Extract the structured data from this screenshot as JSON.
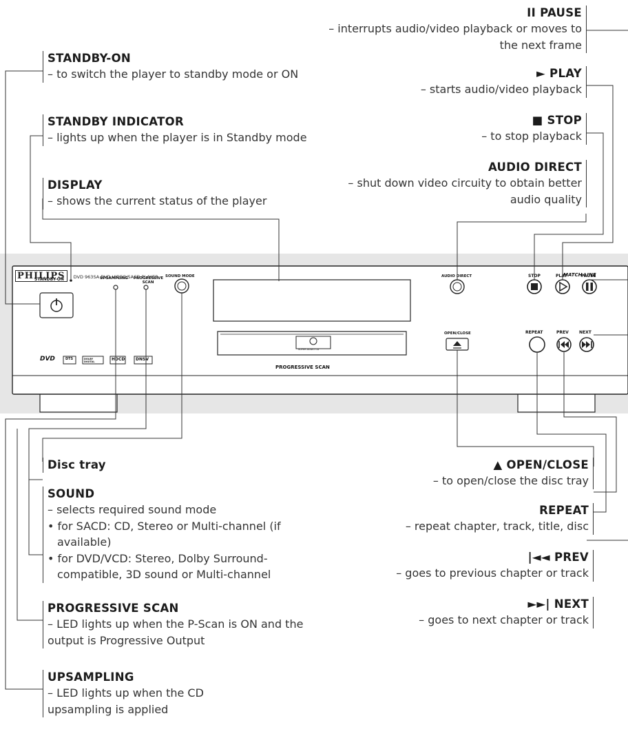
{
  "device": {
    "brand": "PHILIPS",
    "model": "DVD 963SA DVD VIDEO/SACD PLAYER",
    "logo_right": "MATCH LINE",
    "tray_label": "PROGRESSIVE SCAN",
    "tray_badge": "SUPER AUDIO CD",
    "buttons": {
      "standby": "STANDBY-ON",
      "upsampling": "UPSAMPLING",
      "progressive": "PROGRESSIVE SCAN",
      "sound_mode": "SOUND MODE",
      "audio_direct": "AUDIO DIRECT",
      "open_close": "OPEN/CLOSE",
      "stop": "STOP",
      "play": "PLAY",
      "pause": "PAUSE",
      "repeat": "REPEAT",
      "prev": "PREV",
      "next": "NEXT"
    },
    "logos": [
      "DVD",
      "DTS",
      "DOLBY DIGITAL",
      "HDCD",
      "DNSV"
    ]
  },
  "labels": {
    "standby_on": {
      "title": "STANDBY-ON",
      "desc": "– to switch the player to standby mode or ON"
    },
    "standby_indicator": {
      "title": "STANDBY INDICATOR",
      "desc": "– lights up when the player is in Standby mode"
    },
    "display": {
      "title": "DISPLAY",
      "desc": "– shows the current status of the player"
    },
    "pause": {
      "title": "II PAUSE",
      "desc": "– interrupts audio/video playback or moves to the next frame"
    },
    "play": {
      "title": "► PLAY",
      "desc": "– starts audio/video playback"
    },
    "stop": {
      "title": "■ STOP",
      "desc": "– to stop playback"
    },
    "audio_direct": {
      "title": "AUDIO DIRECT",
      "desc": "– shut down video circuity to obtain better audio quality"
    },
    "disc_tray": {
      "title": "Disc tray"
    },
    "sound": {
      "title": "SOUND",
      "desc": "– selects required sound mode",
      "bullets": [
        "• for SACD: CD, Stereo or Multi-channel (if available)",
        "• for DVD/VCD: Stereo, Dolby Surround-compatible, 3D sound or Multi-channel"
      ]
    },
    "progressive_scan": {
      "title": "PROGRESSIVE SCAN",
      "desc": "– LED lights up when the P-Scan is ON and the output is Progressive Output"
    },
    "upsampling": {
      "title": "UPSAMPLING",
      "desc": "– LED lights up when the CD upsampling is applied"
    },
    "open_close": {
      "title": "▲ OPEN/CLOSE",
      "desc": "– to open/close the disc tray"
    },
    "repeat": {
      "title": "REPEAT",
      "desc": "– repeat chapter, track, title, disc"
    },
    "prev": {
      "title": "|◄◄ PREV",
      "desc": "– goes to previous chapter or track"
    },
    "next": {
      "title": "►►| NEXT",
      "desc": "– goes to next chapter or track"
    }
  }
}
